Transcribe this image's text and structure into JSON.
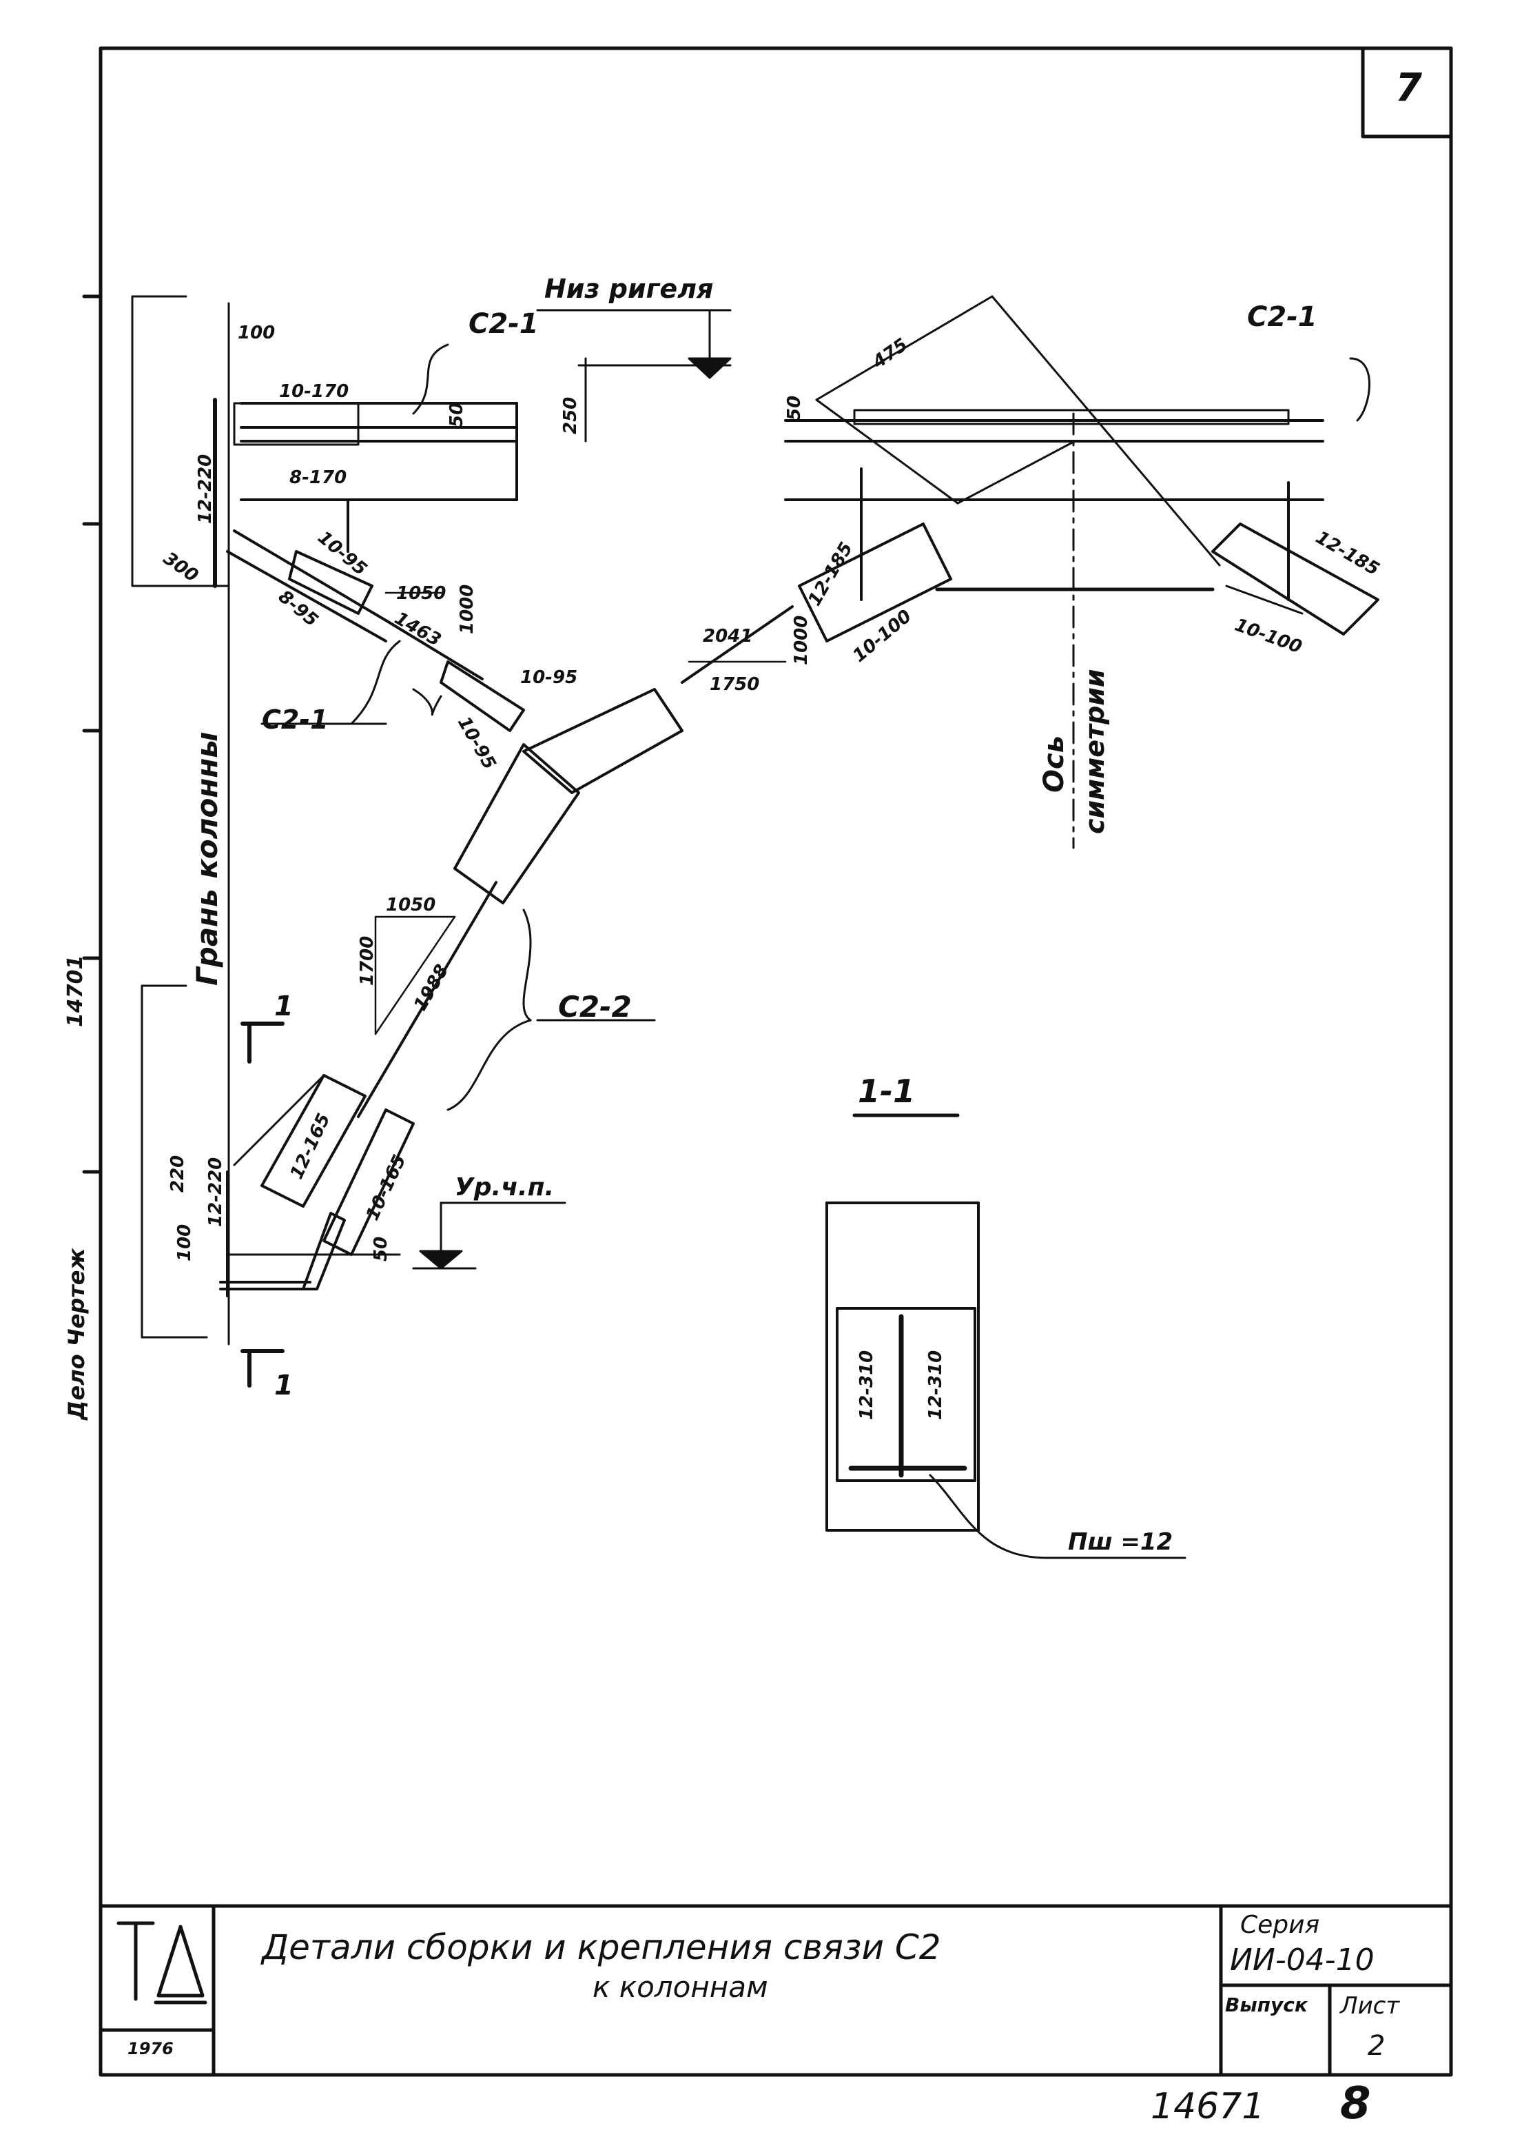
{
  "sheet": {
    "number": "7"
  },
  "title_block": {
    "logo": "ТД",
    "year": "1976",
    "title_line1": "Детали сборки и крепления связи С2",
    "title_line2": "к колоннам",
    "series_label": "Серия",
    "series_value": "ИИ-04-10",
    "issue_label": "Выпуск",
    "sheet_label": "Лист",
    "sheet_value": "2"
  },
  "footer": {
    "stamp_number": "14671",
    "page": "8"
  },
  "labels": {
    "niz_rigelya": "Низ ригеля",
    "c2_1_top": "С2-1",
    "c2_1_right": "С2-1",
    "c2_1_left": "С2-1",
    "c2_2": "С2-2",
    "gran_kolonny": "Грань колонны",
    "os_simmetrii_1": "Ось",
    "os_simmetrii_2": "симметрии",
    "ur_chp": "Ур.ч.п.",
    "section": "1-1",
    "section_mark_top": "1",
    "section_mark_bottom": "1",
    "plate": "Пш =12",
    "left_margin_1": "14701",
    "left_margin_2": "Дело Чертеж"
  },
  "dimensions": {
    "d100": "100",
    "d10_170": "10-170",
    "d8_170": "8-170",
    "d50_top": "50",
    "d250": "250",
    "d12_220": "12-220",
    "d300": "300",
    "d10_95a": "10-95",
    "d8_95": "8-95",
    "d1050a": "1050",
    "d1463": "1463",
    "d1000a": "1000",
    "d10_95b": "10-95",
    "d10_95c": "10-95",
    "d475": "475",
    "d50_mid": "50",
    "d12_185a": "12-185",
    "d2041": "2041",
    "d1750": "1750",
    "d1000b": "1000",
    "d10_100a": "10-100",
    "d12_185b": "12-185",
    "d10_100b": "10-100",
    "d1050b": "1050",
    "d1700": "1700",
    "d1988": "1988",
    "d12_165": "12-165",
    "d10_165": "10-165",
    "d220": "220",
    "d12_220b": "12-220",
    "d100b": "100",
    "d50_bot": "50",
    "d12_310a": "12-310",
    "d12_310b": "12-310"
  }
}
